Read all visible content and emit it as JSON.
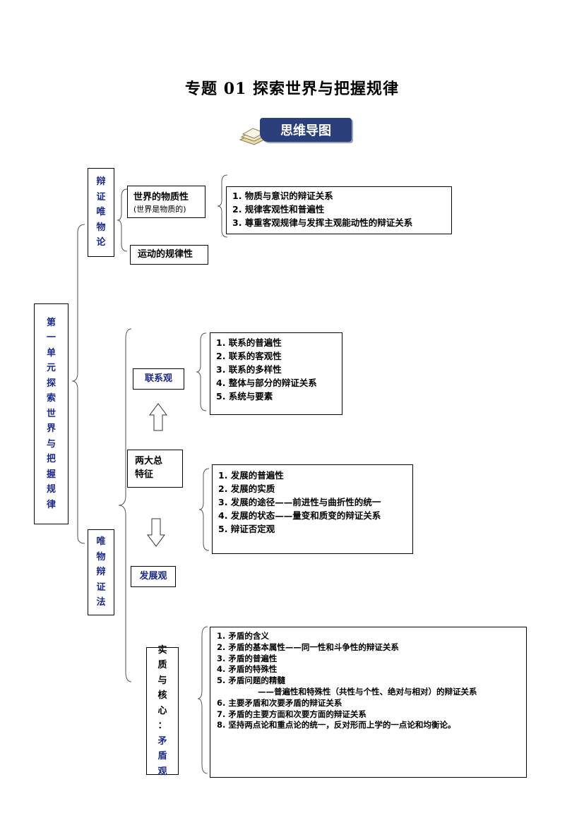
{
  "title": "专题 01  探索世界与把握规律",
  "badge": "思维导图",
  "root": "第一单元探索世界与把握规律",
  "branch1": {
    "label": "辩证唯物论",
    "node1": {
      "title": "世界的物质性",
      "subtitle": "(世界是物质的)"
    },
    "node1_items": [
      "1. 物质与意识的辩证关系",
      "2. 规律客观性和普遍性",
      "3. 尊重客观规律与发挥主观能动性的辩证关系"
    ],
    "node2": "运动的规律性"
  },
  "branch2": {
    "label": "唯物辩证法",
    "connection": "联系观",
    "connection_items": [
      "1. 联系的普遍性",
      "2. 联系的客观性",
      "3. 联系的多样性",
      "4. 整体与部分的辩证关系",
      "5. 系统与要素"
    ],
    "features": "两大总特征",
    "features_lines": [
      "两大总",
      "特征"
    ],
    "development": "发展观",
    "development_items": [
      "1. 发展的普遍性",
      "2. 发展的实质",
      "3. 发展的途径——前进性与曲折性的统一",
      "4. 发展的状态——量变和质变的辩证关系",
      "5. 辩证否定观"
    ],
    "core_label_top": "实质与核心：",
    "core_label_bottom": "矛盾观",
    "contradiction_items": [
      "1. 矛盾的含义",
      "2. 矛盾的基本属性——同一性和斗争性的辩证关系",
      "3. 矛盾的普遍性",
      "4. 矛盾的特殊性",
      "5. 矛盾问题的精髓",
      "——普遍性和特殊性（共性与个性、绝对与相对）的辩证关系",
      "6. 主要矛盾和次要矛盾的辩证关系",
      "7. 矛盾的主要方面和次要方面的辩证关系",
      "8. 坚持两点论和重点论的统一，反对形而上学的一点论和均衡论。"
    ]
  }
}
